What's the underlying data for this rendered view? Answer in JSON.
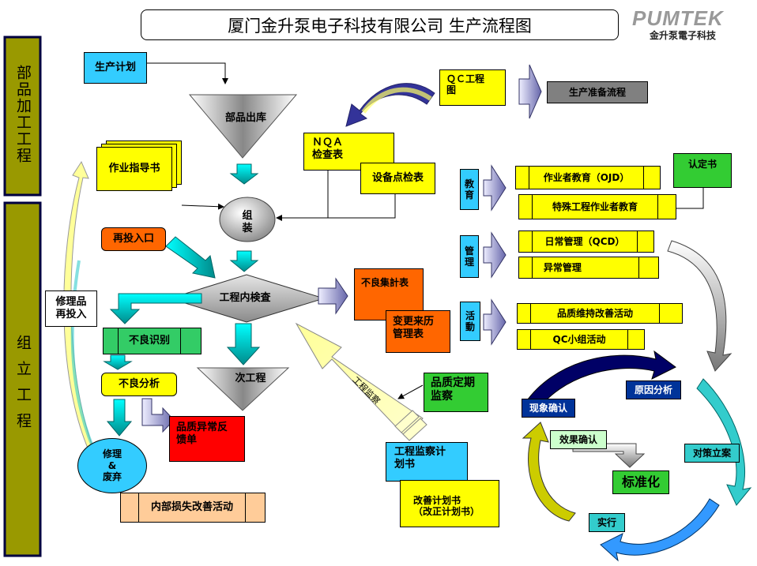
{
  "header": {
    "title": "厦门金升泵电子科技有限公司    生产流程图",
    "logo_text": "PUMTEK",
    "logo_subtitle": "金升泵電子科技"
  },
  "side": {
    "parts_process": "部品加工工程",
    "assembly_process": "组立工程"
  },
  "flow": {
    "production_plan": "生产计划",
    "parts_out": "部品出库",
    "work_instruction": "作业指导书",
    "nqa": "ＮＱＡ\n检查表",
    "equipment_check": "设备点检表",
    "assembly": "组\n装",
    "reinput_entry": "再投入口",
    "inprocess_inspection": "工程内検査",
    "repair_reinput": "修理品\n再投入",
    "defect_identify": "不良识别",
    "next_process": "次工程",
    "defect_analysis": "不良分析",
    "quality_feedback": "品质异常反\n馈单",
    "repair_scrap": "修理\n&\n废弃",
    "internal_loss": "内部损失改善活动",
    "defect_stats": "不良集計表",
    "change_history": "变更来历\n管理表",
    "process_monitor_arrow": "工程监察",
    "periodic_monitor": "品质定期\n监察",
    "monitor_plan": "工程监察计\n划书",
    "improvement_plan": "改善计划书\n（改正计划书）"
  },
  "right": {
    "qc_chart": "ＱＣ工程\n图",
    "prep_flow": "生产准备流程",
    "education": "教\n育",
    "worker_education": "作业者教育（OJD）",
    "special_education": "特殊工程作业者教育",
    "certificate": "认定书",
    "management": "管\n理",
    "daily_mgmt": "日常管理（QCD）",
    "abnormal_mgmt": "异常管理",
    "activity": "活\n動",
    "quality_activity": "品质维持改善活动",
    "qc_circle": "QC小组活动"
  },
  "cycle": {
    "phenomenon": "现象确认",
    "cause_analysis": "原因分析",
    "effect_check": "效果确认",
    "countermeasure": "对策立案",
    "standardize": "标准化",
    "execute": "实行"
  },
  "colors": {
    "cyan": "#33ccff",
    "yellow": "#ffff00",
    "green": "#33cc33",
    "orange": "#ff6600",
    "red": "#ff0000",
    "navy": "#003399",
    "teal": "#33cccc",
    "olive": "#999900"
  }
}
